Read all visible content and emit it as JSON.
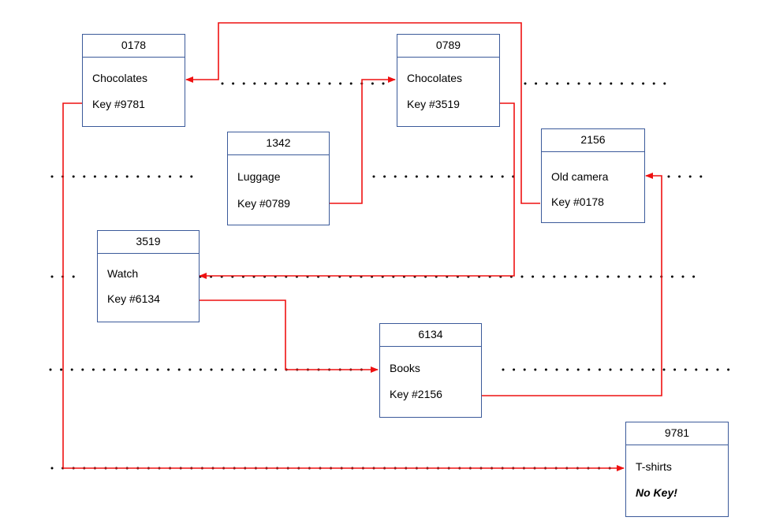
{
  "diagram": {
    "connector_color": "#ee1111",
    "box_border_color": "#3b5a9a",
    "boxes": [
      {
        "id": "0178",
        "item": "Chocolates",
        "key": "Key #9781"
      },
      {
        "id": "0789",
        "item": "Chocolates",
        "key": "Key #3519"
      },
      {
        "id": "1342",
        "item": "Luggage",
        "key": "Key #0789"
      },
      {
        "id": "2156",
        "item": "Old camera",
        "key": "Key #0178"
      },
      {
        "id": "3519",
        "item": "Watch",
        "key": "Key #6134"
      },
      {
        "id": "6134",
        "item": "Books",
        "key": "Key #2156"
      },
      {
        "id": "9781",
        "item": "T-shirts",
        "key": "No Key!"
      }
    ],
    "links": [
      {
        "from": "1342",
        "to": "0789"
      },
      {
        "from": "0789",
        "to": "3519"
      },
      {
        "from": "3519",
        "to": "6134"
      },
      {
        "from": "6134",
        "to": "2156"
      },
      {
        "from": "2156",
        "to": "0178"
      },
      {
        "from": "0178",
        "to": "9781"
      }
    ]
  }
}
